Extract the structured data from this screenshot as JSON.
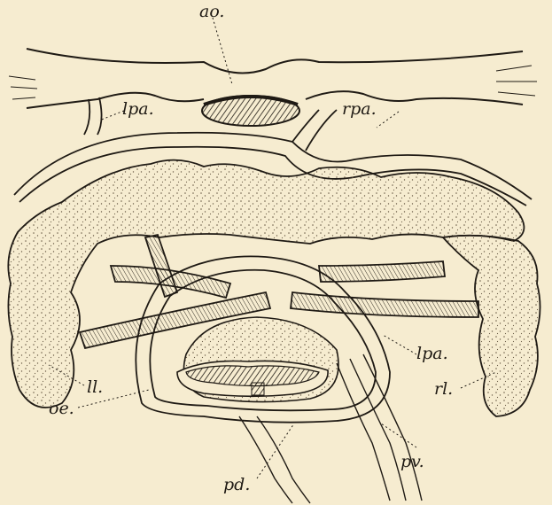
{
  "figure": {
    "background": "#f6ecd0",
    "ink": "#1f1a14",
    "stipple": "#6b5d48",
    "labels": {
      "ao": "ao.",
      "lpa_top": "lpa.",
      "rpa": "rpa.",
      "lpa_right": "lpa.",
      "ll": "ll.",
      "rl": "rl.",
      "oe": "oe.",
      "pd": "pd.",
      "pv": "pv."
    }
  }
}
